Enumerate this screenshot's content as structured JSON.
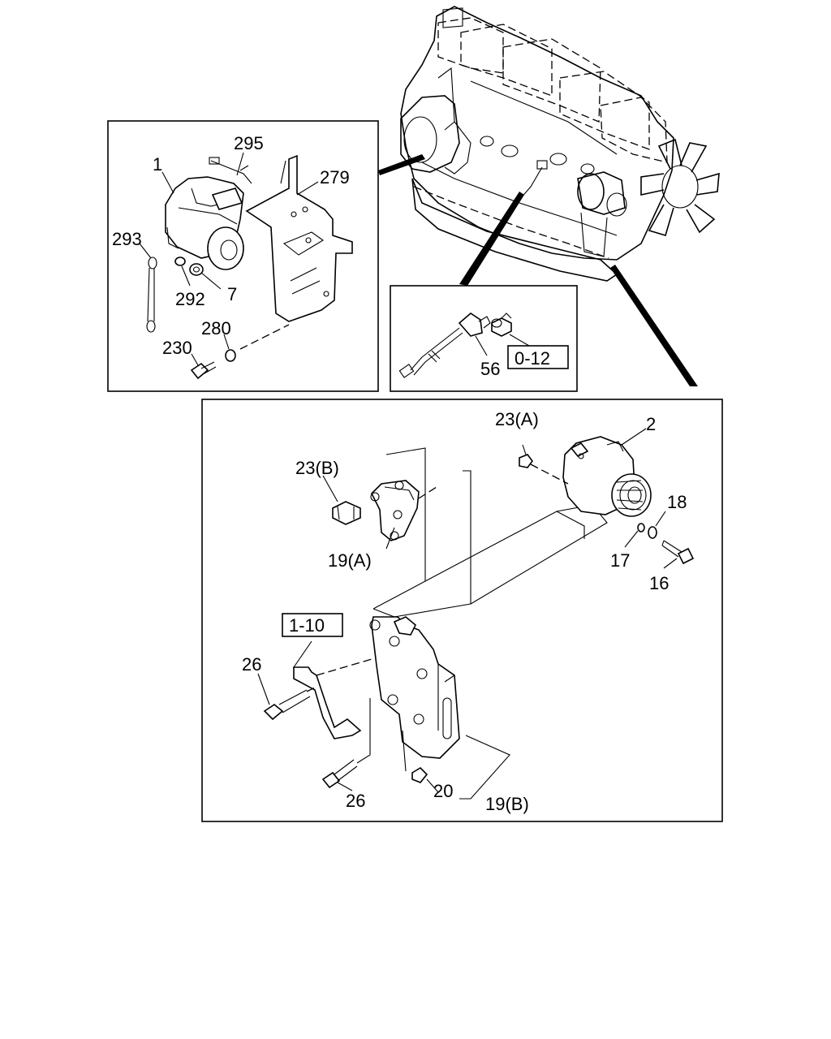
{
  "engine_overview": {
    "labels": []
  },
  "starter_panel": {
    "labels": {
      "starter": "1",
      "lead": "295",
      "bracket": "279",
      "ground_cable": "293",
      "nut": "7",
      "washer": "292",
      "bolt": "230",
      "bolt_washer": "280"
    }
  },
  "sensor_panel": {
    "labels": {
      "sensor": "56",
      "ref": "0-12"
    }
  },
  "alternator_panel": {
    "labels": {
      "nut_a": "23(A)",
      "alternator": "2",
      "nut_b": "23(B)",
      "washer": "18",
      "bracket_a": "19(A)",
      "lock_washer": "17",
      "bolt": "16",
      "ref": "1-10",
      "bolt_upper": "26",
      "bolt_lower": "26",
      "nut_lower": "20",
      "bracket_b": "19(B)"
    }
  }
}
